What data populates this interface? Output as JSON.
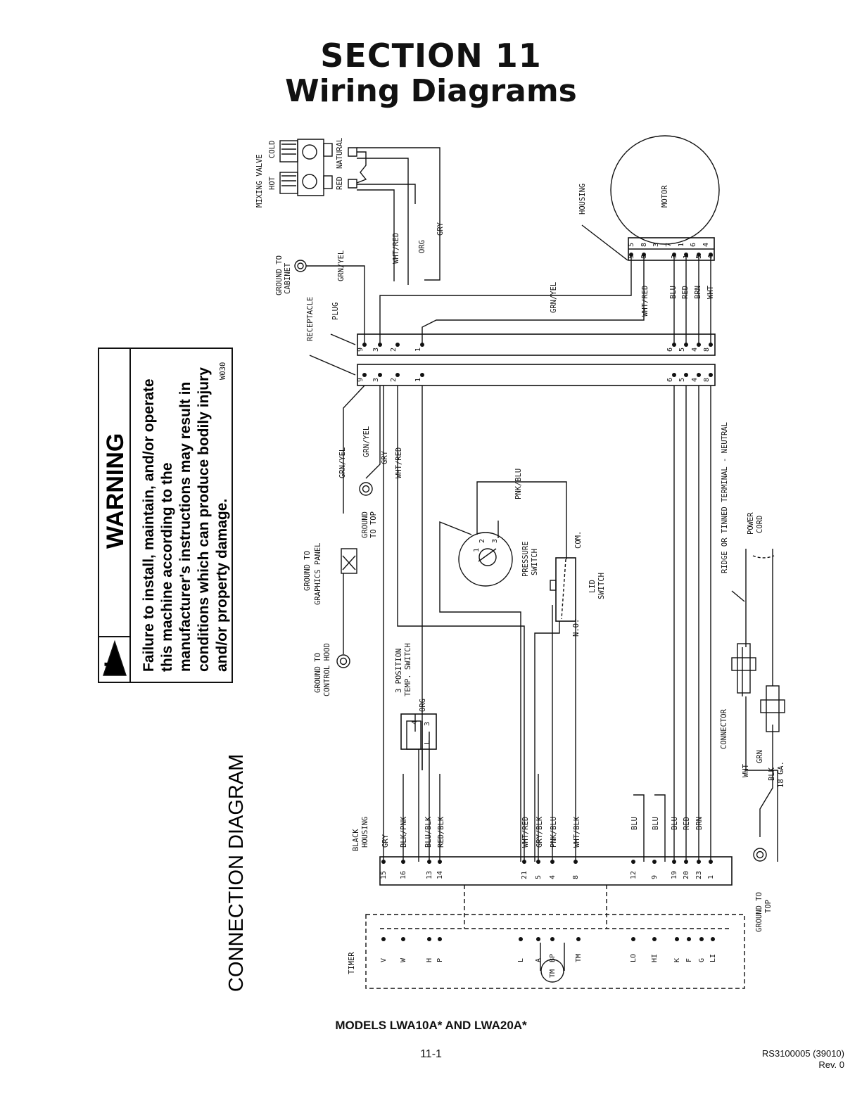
{
  "header": {
    "section": "SECTION 11",
    "title": "Wiring Diagrams"
  },
  "warning": {
    "heading": "WARNING",
    "lines": [
      "Failure to install, maintain, and/or operate",
      "this machine according to the",
      "manufacturer's instructions may result in",
      "conditions which can produce bodily injury",
      "and/or property damage."
    ],
    "code": "W030"
  },
  "diagram": {
    "title": "CONNECTION DIAGRAM",
    "labels": {
      "mixing_valve": "MIXING VALVE",
      "hot": "HOT",
      "cold": "COLD",
      "red": "RED",
      "natural": "NATURAL",
      "housing": "HOUSING",
      "motor": "MOTOR",
      "ground_cabinet_1": "GROUND TO",
      "ground_cabinet_2": "CABINET",
      "receptacle": "RECEPTACLE",
      "plug": "PLUG",
      "ground_graphics_1": "GROUND TO",
      "ground_graphics_2": "GRAPHICS PANEL",
      "ground_top_1": "GROUND",
      "ground_top_2": "TO TOP",
      "ground_hood_1": "GROUND TO",
      "ground_hood_2": "CONTROL HOOD",
      "pressure_switch_1": "PRESSURE",
      "pressure_switch_2": "SWITCH",
      "lid_switch_1": "LID",
      "lid_switch_2": "SWITCH",
      "com": "COM.",
      "no": "N.O.",
      "temp_switch_1": "3 POSITION",
      "temp_switch_2": "TEMP. SWITCH",
      "black_housing_1": "BLACK",
      "black_housing_2": "HOUSING",
      "ridge": "RIDGE OR TINNED TERMINAL - NEUTRAL",
      "power_cord_1": "POWER",
      "power_cord_2": "CORD",
      "connector": "CONNECTOR",
      "gauge_1": "BLK",
      "gauge_2": "18 GA.",
      "ground_top_b1": "GROUND TO",
      "ground_top_b2": "TOP",
      "timer": "TIMER",
      "tm": "TM",
      "bp": "BP"
    },
    "wires_top": [
      "WHT/RED",
      "ORG",
      "GRY",
      "GRN/YEL",
      "GRN/YEL"
    ],
    "motor_wires": [
      "WHT/RED",
      "BLU",
      "RED",
      "BRN",
      "WHT"
    ],
    "motor_pins_left": [
      "5",
      "8",
      "3",
      "1",
      "5",
      "4"
    ],
    "motor_pins_right": [
      "5",
      "8",
      "3",
      "7",
      "1",
      "6",
      "4"
    ],
    "plug_pins": [
      "9",
      "3",
      "2",
      "1",
      "6",
      "5",
      "4",
      "8"
    ],
    "mid_wires": [
      "GRN/YEL",
      "GRN/YEL",
      "GRY",
      "WHT/RED",
      "PNK/BLU"
    ],
    "switch_positions": [
      "1",
      "2",
      "3"
    ],
    "temp_pins": [
      "4",
      "3",
      "L",
      "ORG"
    ],
    "bottom_wires": [
      "GRY",
      "BLK/PNK",
      "BLU/BLK",
      "RED/BLK",
      "WHT/RED",
      "GRY/BLK",
      "PNK/BLU",
      "WHT/BLK",
      "BLU",
      "BLU",
      "BLU",
      "RED",
      "BRN",
      "WHT",
      "GRN"
    ],
    "black_housing_pins": [
      "15",
      "16",
      "13",
      "14",
      "21",
      "5",
      "4",
      "8",
      "12",
      "9",
      "19",
      "20",
      "23",
      "1"
    ],
    "timer_pins": [
      "V",
      "W",
      "H",
      "P",
      "L",
      "A",
      "BP",
      "TM",
      "LO",
      "HI",
      "K",
      "F",
      "G",
      "LI"
    ]
  },
  "footer": {
    "models": "MODELS LWA10A* AND LWA20A*",
    "page": "11-1",
    "doc_id": "RS3100005 (39010)",
    "rev": "Rev. 0"
  }
}
